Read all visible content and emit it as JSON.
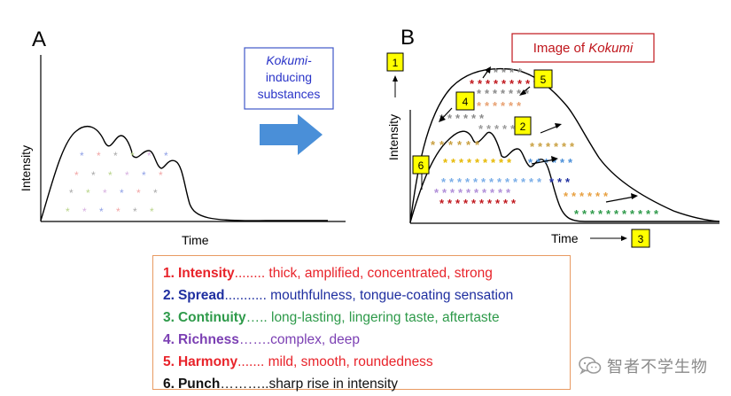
{
  "panel_a": {
    "label": "A",
    "y_axis_label": "Intensity",
    "x_axis_label": "Time"
  },
  "arrow_box": {
    "line1": "Kokumi-",
    "line2": "inducing",
    "line3": "substances"
  },
  "panel_b": {
    "label": "B",
    "title_prefix": "Image of ",
    "title_italic": "Kokumi",
    "y_axis_label": "Intensity",
    "x_axis_label": "Time",
    "markers": [
      "1",
      "2",
      "3",
      "4",
      "5",
      "6"
    ]
  },
  "legend": [
    {
      "num": "1.",
      "name": "Intensity",
      "dots": "........",
      "desc": " thick, amplified, concentrated, strong",
      "color": "#e8232a"
    },
    {
      "num": "2.",
      "name": "Spread",
      "dots": "...........",
      "desc": " mouthfulness, tongue-coating sensation",
      "color": "#1f2fa0"
    },
    {
      "num": "3.",
      "name": "Continuity",
      "dots": "…..",
      "desc": " long-lasting, lingering taste, aftertaste",
      "color": "#2e9a4a"
    },
    {
      "num": "4.",
      "name": "Richness",
      "dots": "…….",
      "desc": "complex, deep",
      "color": "#7b3fb3"
    },
    {
      "num": "5.",
      "name": "Harmony",
      "dots": ".......",
      "desc": " mild, smooth, roundedness",
      "color": "#e8232a"
    },
    {
      "num": "6.",
      "name": "Punch",
      "dots": "………..",
      "desc": "sharp rise in intensity",
      "color": "#111111"
    }
  ],
  "watermark": {
    "text": "智者不学生物",
    "icon": "wechat-icon"
  },
  "colors": {
    "accent_blue": "#4a8fd8",
    "box_blue_border": "#3f58c8",
    "title_red": "#c0161c",
    "marker_yellow": "#ffff00"
  }
}
